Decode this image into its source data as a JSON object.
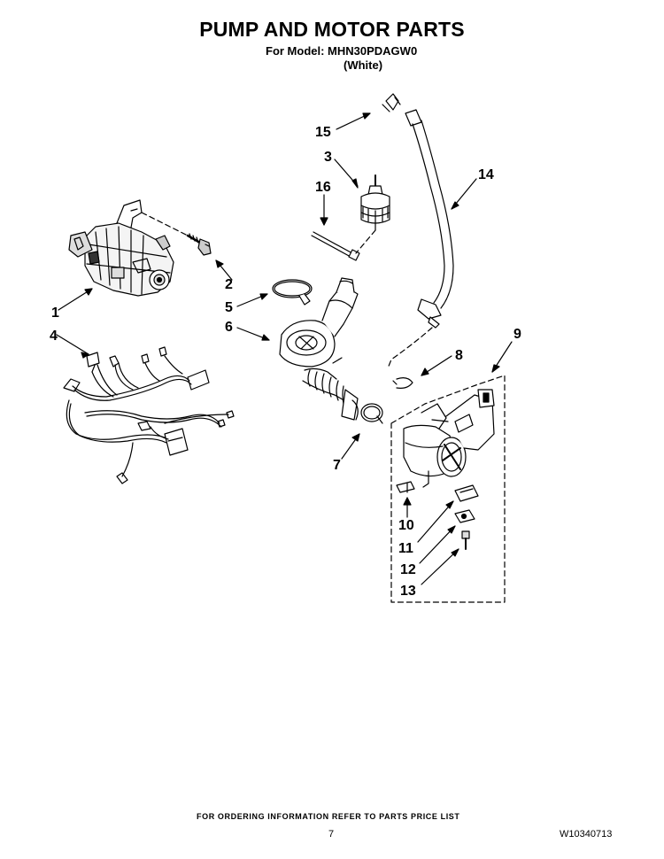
{
  "header": {
    "title": "PUMP AND MOTOR PARTS",
    "model_line": "For Model: MHN30PDAGW0",
    "color_line": "(White)"
  },
  "callouts": [
    "1",
    "2",
    "3",
    "4",
    "5",
    "6",
    "7",
    "8",
    "9",
    "10",
    "11",
    "12",
    "13",
    "14",
    "15",
    "16"
  ],
  "footer": {
    "ordering_note": "FOR ORDERING INFORMATION REFER TO PARTS PRICE LIST",
    "page_number": "7",
    "document_id": "W10340713"
  }
}
